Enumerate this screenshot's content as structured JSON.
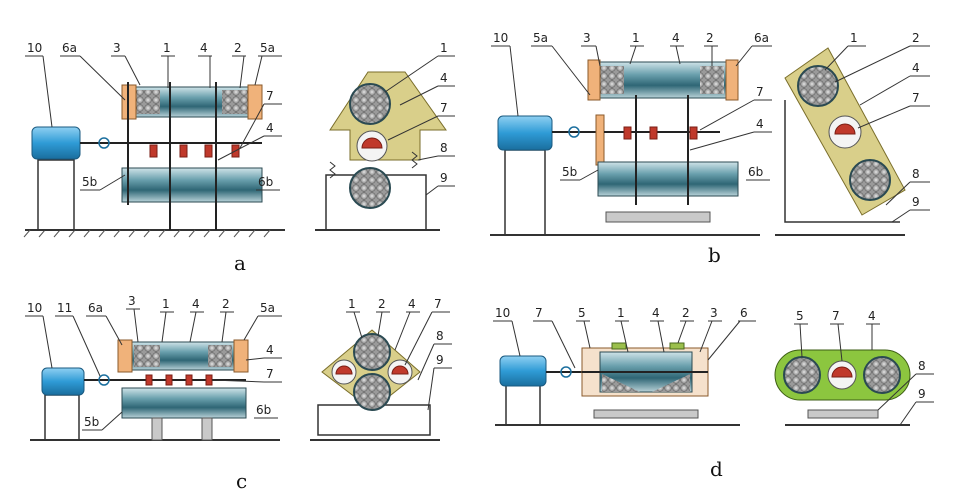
{
  "panels": {
    "a": {
      "caption": "a",
      "side_labels": [
        "10",
        "6a",
        "3",
        "1",
        "4",
        "2",
        "5a",
        "7",
        "4",
        "5b",
        "6b"
      ],
      "end_labels": [
        "1",
        "4",
        "7",
        "8",
        "9"
      ]
    },
    "b": {
      "caption": "b",
      "side_labels": [
        "10",
        "5a",
        "3",
        "1",
        "4",
        "2",
        "6a",
        "7",
        "4",
        "5b",
        "6b"
      ],
      "end_labels": [
        "1",
        "2",
        "4",
        "7",
        "8",
        "9"
      ]
    },
    "c": {
      "caption": "c",
      "side_labels": [
        "10",
        "11",
        "6a",
        "3",
        "1",
        "4",
        "2",
        "5a",
        "4",
        "7",
        "5b",
        "6b"
      ],
      "end_labels": [
        "1",
        "2",
        "4",
        "7",
        "8",
        "9"
      ]
    },
    "d": {
      "caption": "d",
      "side_labels": [
        "10",
        "7",
        "5",
        "1",
        "4",
        "2",
        "3",
        "6"
      ],
      "end_labels": [
        "5",
        "7",
        "4",
        "8",
        "9"
      ]
    }
  },
  "colors": {
    "motor": "#2f9bd6",
    "drum": "#4a8fa0",
    "frame_yellow": "#d9cf8a",
    "frame_green": "#8cc63f",
    "vibrator_red": "#c0392b",
    "flange_orange": "#f0b27a",
    "ground": "#333333"
  }
}
